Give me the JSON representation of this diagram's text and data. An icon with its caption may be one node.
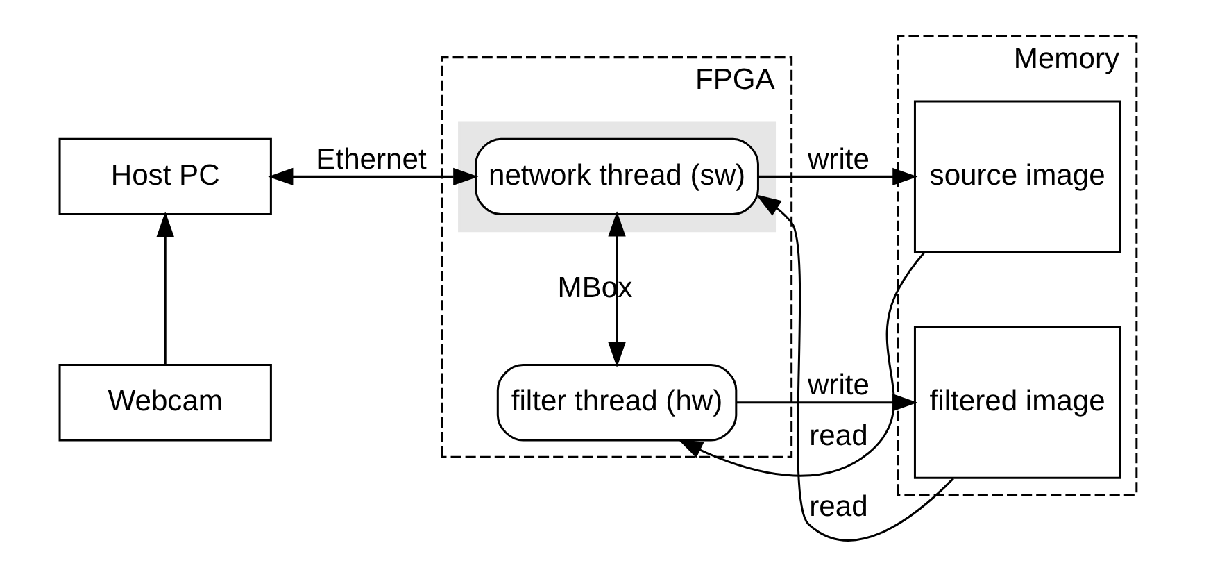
{
  "diagram": {
    "nodes": [
      {
        "text": [
          "FPGA"
        ]
      },
      {
        "text": [],
        "shape": "box",
        "in": 0
      },
      {
        "text": [
          "network thread (sw)"
        ],
        "in": 1
      },
      {
        "text": [
          "filter thread (hw)"
        ],
        "in": 0
      },
      {
        "text": [
          "Memory"
        ]
      },
      {
        "text": [
          "source image"
        ],
        "in": 4
      },
      {
        "text": [
          "filtered image"
        ],
        "in": 4
      },
      {
        "text": [
          "Host PC"
        ]
      },
      {
        "text": [
          "Webcam"
        ]
      }
    ],
    "edges": [
      {
        "from": 8,
        "to": 7,
        "arrow": "to"
      },
      {
        "from": 7,
        "to": 2,
        "arrow": "both",
        "label": "Ethernet"
      },
      {
        "from": 2,
        "to": 3,
        "arrow": "both",
        "label": "MBox"
      },
      {
        "from": 2,
        "to": 5,
        "arrow": "to",
        "label": "write"
      },
      {
        "from": 5,
        "to": 3,
        "arrow": "to",
        "label": "read"
      },
      {
        "from": 3,
        "to": 6,
        "arrow": "to",
        "label": "write"
      },
      {
        "from": 6,
        "to": 2,
        "arrow": "to",
        "label": "read"
      }
    ]
  }
}
